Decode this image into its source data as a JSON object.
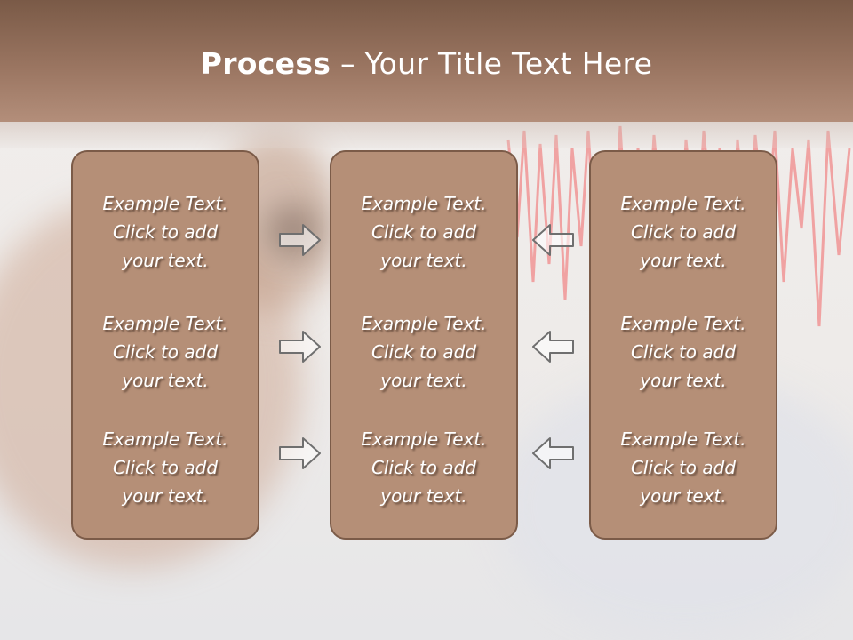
{
  "title": {
    "bold": "Process",
    "rest": " – Your Title Text Here"
  },
  "columns": [
    {
      "items": [
        [
          "Example Text.",
          "Click  to add",
          "your text."
        ],
        [
          "Example Text.",
          "Click  to add",
          "your text."
        ],
        [
          "Example Text.",
          "Click  to add",
          "your text."
        ]
      ]
    },
    {
      "items": [
        [
          "Example Text.",
          "Click  to add",
          "your text."
        ],
        [
          "Example Text.",
          "Click  to add",
          "your text."
        ],
        [
          "Example Text.",
          "Click  to add",
          "your text."
        ]
      ]
    },
    {
      "items": [
        [
          "Example Text.",
          "Click  to add",
          "your text."
        ],
        [
          "Example Text.",
          "Click  to add",
          "your text."
        ],
        [
          "Example Text.",
          "Click  to add",
          "your text."
        ]
      ]
    }
  ],
  "colors": {
    "header": "#9a7561",
    "box_fill": "#b58f77",
    "box_border": "#7b5b48",
    "wave": "#f08a8a",
    "arrow_stroke": "#6f6f6f"
  },
  "icons": {
    "left_arrows": "arrow-right-icon",
    "right_arrows": "arrow-left-icon"
  }
}
